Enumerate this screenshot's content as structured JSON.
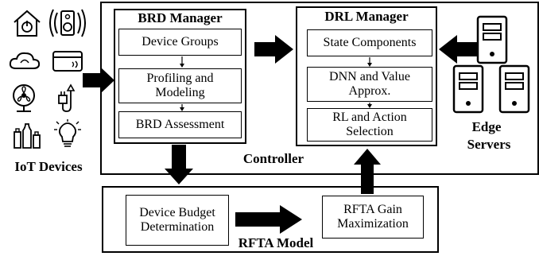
{
  "controller": {
    "label": "Controller"
  },
  "brd_manager": {
    "title": "BRD Manager",
    "items": [
      "Device Groups",
      "Profiling and Modeling",
      "BRD Assessment"
    ]
  },
  "drl_manager": {
    "title": "DRL Manager",
    "items": [
      "State Components",
      "DNN and Value Approx.",
      "RL and Action Selection"
    ]
  },
  "rfta_model": {
    "label": "RFTA Model",
    "budget": "Device Budget Determination",
    "gain": "RFTA Gain Maximization"
  },
  "iot": {
    "label": "IoT Devices"
  },
  "edge": {
    "label_line1": "Edge",
    "label_line2": "Servers"
  },
  "icons": [
    "home-icon",
    "speaker-icon",
    "cloud-icon",
    "card-icon",
    "fan-icon",
    "plug-icon",
    "bottles-icon",
    "bulb-icon",
    "server-icon"
  ]
}
